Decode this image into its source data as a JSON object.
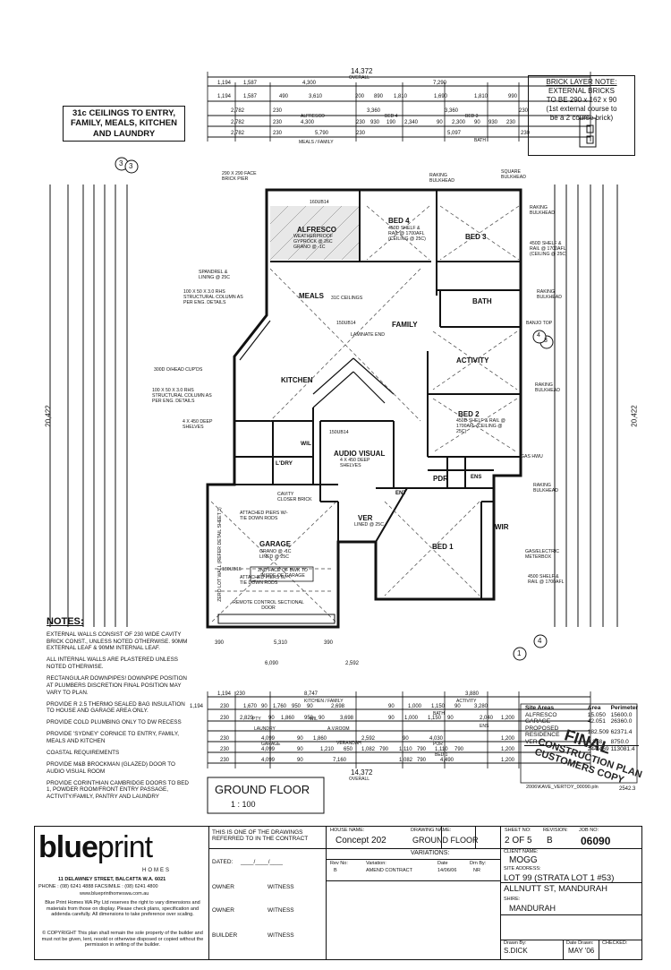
{
  "callout": "31c CEILINGS TO ENTRY, FAMILY, MEALS, KITCHEN AND LAUNDRY",
  "brick_note": {
    "title": "BRICK LAYER NOTE:",
    "text": "EXTERNAL BRICKS TO BE 290 x 162 x 90 (1st external course to be a 2 course brick)"
  },
  "rooms": {
    "alfresco": "ALFRESCO",
    "bed4": "BED 4",
    "bed3": "BED 3",
    "meals": "MEALS",
    "family": "FAMILY",
    "bath": "BATH",
    "activity": "ACTIVITY",
    "kitchen": "KITCHEN",
    "bed2": "BED 2",
    "audio_visual": "AUDIO VISUAL",
    "pdr": "PDR",
    "ens": "ENS",
    "ent": "ENT",
    "ver": "VER",
    "garage": "GARAGE",
    "bed1": "BED 1",
    "wir": "WIR",
    "ldry": "L'DRY",
    "wil": "WIL"
  },
  "labels": {
    "alfresco_detail": "WEATHERPROOF GYPROCK @ 26c GRANO @ -1c",
    "bed4_detail": "450D SHELF & RAIL @ 1700AFL (CEILING @ 25c)",
    "bed2_detail": "450D SHELF & RAIL @ 1700AFL (CEILING @ 25c)",
    "garage_detail": "GRANO @ -1c LINED @ 25c",
    "ver_detail": "LINED @ 25c",
    "av_detail": "4 x 450 DEEP SHELVES",
    "meals_detail": "31c CEILINGS",
    "family_detail": "LAMINATE END",
    "raking_bulkhead": "RAKING BULKHEAD",
    "square_bulkhead": "SQUARE BULKHEAD",
    "brick_pier": "290 X 290 FACE BRICK PIER",
    "spandrel": "SPANDREL & LINING @ 25c",
    "rhs": "100 x 50 x 3.0 RHS STRUCTURAL COLUMN AS PER ENG. DETAILS",
    "banjo": "BANJO TOP",
    "gas_hwu": "GAS HWU",
    "meterbox": "GAS/ELECTRIC METERBOX",
    "bed1_detail": "4500 SHELF & RAIL @ 1700AFL",
    "remote": "REMOTE CONTROL SECTIONAL DOOR",
    "attached_piers": "ATTACHED PIERS W/- TIE DOWN RODS",
    "cavity_closer": "CAVITY CLOSER BRICK",
    "second_face": "2nd FACE OF BWK TO INSIDE OF GARAGE",
    "zero_lot": "ZERO LOT WALL (REFER DETAIL SHEET 3)",
    "shelves": "4 x 450 DEEP SHELVES",
    "overhead": "300D O/HEAD CUP'DS",
    "beam1": "160UB14",
    "beam2": "150UB14",
    "beam3": "180UB16",
    "beam4": "150UB14"
  },
  "dimensions": {
    "top_overall": "14,372",
    "overall_word": "OVERALL",
    "bottom_overall": "14,372",
    "left_overall": "20,422",
    "right_overall": "20,422",
    "top_rows": [
      [
        "1,194",
        "1,587",
        "4,300",
        "7,290"
      ],
      [
        "1,194",
        "1,587",
        "490",
        "3,610",
        "200",
        "890",
        "1,810",
        "1,690",
        "1,810",
        "990"
      ],
      [
        "2,782",
        "230",
        "3,360",
        "3,360",
        "230"
      ],
      [
        "2,782",
        "230",
        "4,300",
        "230",
        "930",
        "190",
        "2,340",
        "90",
        "2,300",
        "90",
        "930",
        "230"
      ],
      [
        "2,782",
        "230",
        "5,790",
        "230",
        "5,097",
        "230"
      ]
    ],
    "top_row_labels": [
      "ALFRESCO",
      "BED 4",
      "BED 3",
      "MEALS / FAMILY",
      "BATH"
    ],
    "bottom_rows": [
      [
        "1,194",
        "230",
        "8,747",
        "3,880"
      ],
      [
        "1,194",
        "230",
        "1,670",
        "90",
        "1,760",
        "950",
        "90",
        "2,698",
        "90",
        "1,000",
        "1,150",
        "90",
        "3,280"
      ],
      [
        "230",
        "2,829",
        "90",
        "1,860",
        "950",
        "90",
        "3,698",
        "90",
        "1,000",
        "1,150",
        "90",
        "2,040",
        "1,200"
      ],
      [
        "230",
        "4,099",
        "90",
        "1,860",
        "2,592",
        "90",
        "4,030",
        "1,200"
      ],
      [
        "230",
        "4,099",
        "90",
        "1,210",
        "650",
        "1,082",
        "790",
        "1,110",
        "790",
        "1,110",
        "790",
        "1,200"
      ],
      [
        "230",
        "4,099",
        "90",
        "7,160",
        "1,082",
        "790",
        "4,490",
        "1,200"
      ]
    ],
    "bottom_row_labels": [
      "KITCHEN / FAMILY",
      "ACTIVITY",
      "PTY",
      "WIL",
      "LAUNDRY",
      "A.V.ROOM",
      "BATH",
      "ENS",
      "VERANDAH",
      "GARAGE",
      "POR",
      "BED 1"
    ],
    "garage_width": "5,310",
    "garage_total": "6,090",
    "right_part": "2,592",
    "garage_front": "390",
    "garage_right": "390"
  },
  "section_marks": [
    "3",
    "3",
    "4",
    "3",
    "1",
    "4"
  ],
  "notes": {
    "title": "NOTES:",
    "items": [
      "EXTERNAL WALLS CONSIST OF 230 WIDE CAVITY BRICK CONST., UNLESS NOTED OTHERWISE. 90mm EXTERNAL LEAF & 90mm INTERNAL LEAF.",
      "ALL INTERNAL WALLS ARE PLASTERED UNLESS NOTED OTHERWISE.",
      "RECTANGULAR DOWNPIPES! DOWNPIPE POSITION AT PLUMBERS DISCRETION FINAL POSITION MAY VARY TO PLAN.",
      "PROVIDE R 2.5 THERMO SEALED BAG INSULATION TO HOUSE AND GARAGE AREA ONLY.",
      "PROVIDE COLD PLUMBING ONLY TO DW RECESS",
      "PROVIDE 'SYDNEY' CORNICE TO ENTRY, FAMILY, MEALS AND KITCHEN",
      "COASTAL REQUIREMENTS",
      "PROVIDE M&B BROCKMAN (GLAZED) DOOR TO AUDIO VISUAL ROOM",
      "PROVIDE CORINTHIAN CAMBRIDGE DOORS TO BED 1, POWDER ROOM/FRONT ENTRY PASSAGE, ACTIVITY/FAMILY, PANTRY AND LAUNDRY"
    ]
  },
  "drawing_title": "GROUND FLOOR",
  "scale": "1 : 100",
  "site_areas": {
    "header": [
      "Site Areas",
      "Area",
      "Perimeter"
    ],
    "rows": [
      [
        "ALFRESCO",
        "15.050",
        "15600.0"
      ],
      [
        "GARAGE",
        "42.051",
        "26360.0"
      ],
      [
        "PROPOSED RESIDENCE",
        "182.509",
        "62371.4"
      ],
      [
        "VER",
        "4.858",
        "8750.0"
      ],
      [
        "",
        "244.469",
        "113081.4"
      ]
    ],
    "extra": "2542.3"
  },
  "stamp": {
    "line1": "FINAL",
    "line2": "CONSTRUCTION PLAN",
    "line3": "CUSTOMERS COPY",
    "file": "2006\\KAVE_VERTOY_00090.pln"
  },
  "title_block": {
    "logo_word1": "blue",
    "logo_word2": "print",
    "logo_sub": "HOMES",
    "address": "11 DELAWNEY STREET, BALCATTA W.A. 6021",
    "phone": "PHONE : (08) 6241 4888  FACSIMILE : (08) 6241 4800",
    "web": "www.blueprinthomeswa.com.au",
    "disclaimer": "Blue Print Homes WA Pty Ltd reserves the right to vary dimensions and materials from those on display. Please check plans, specification and addenda carefully. All dimensions to take preference over scaling.",
    "copyright": "© COPYRIGHT This plan shall remain the sole property of the builder and must not be given, lent, resold or otherwise disposed or copied without the permission in writing of the builder.",
    "part_of": "THIS IS ONE OF THE DRAWINGS REFERRED TO IN THE CONTRACT",
    "dated_label": "DATED:",
    "dated_value": "____/____/____",
    "owner_label": "OWNER",
    "witness_label": "WITNESS",
    "builder_label": "BUILDER",
    "house_name_label": "HOUSE NAME:",
    "house_name": "Concept 202",
    "drawing_name_label": "DRAWING NAME:",
    "drawing_name": "GROUND FLOOR",
    "sheet_no_label": "SHEET No:",
    "sheet_no": "2 OF 5",
    "revision_label": "Revision:",
    "revision": "B",
    "job_no_label": "JOB No:",
    "job_no": "06090",
    "variations_label": "VARIATIONS:",
    "var_cols": [
      "Rev No:",
      "Variation:",
      "Date",
      "Drn By:"
    ],
    "var_row": [
      "B",
      "AMEND CONTRACT",
      "14/06/06",
      "NR"
    ],
    "client_label": "CLIENT NAME:",
    "client": "MOGG",
    "site_label": "SITE ADDRESS:",
    "site1": "LOT 99 (STRATA LOT 1 #53)",
    "site2": "ALLNUTT ST, MANDURAH",
    "shire_label": "SHIRE:",
    "shire": "MANDURAH",
    "drawn_label": "Drawn By:",
    "drawn": "S.DICK",
    "date_label": "Date Drawn:",
    "date": "MAY '06",
    "checked_label": "CHECKED:",
    "checked": ""
  }
}
